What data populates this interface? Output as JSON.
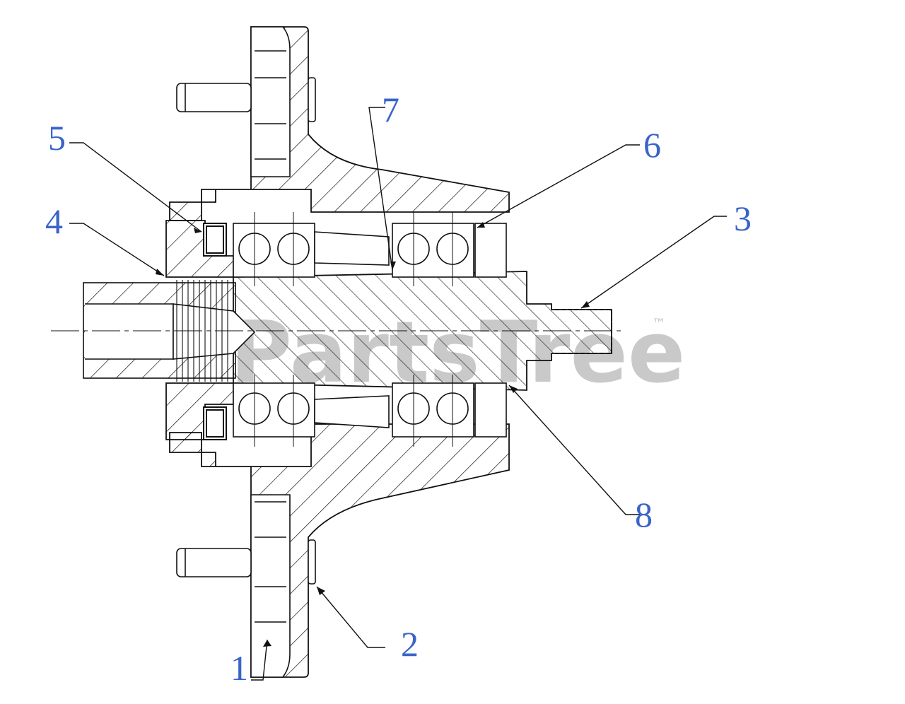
{
  "colors": {
    "line": "#111111",
    "callout": "#3a64c8",
    "watermark": "#c9c9c9",
    "background": "#ffffff"
  },
  "watermark": {
    "text": "PartsTree",
    "trademark": "™"
  },
  "callouts": [
    {
      "id": "1",
      "label": "1"
    },
    {
      "id": "2",
      "label": "2"
    },
    {
      "id": "3",
      "label": "3"
    },
    {
      "id": "4",
      "label": "4"
    },
    {
      "id": "5",
      "label": "5"
    },
    {
      "id": "6",
      "label": "6"
    },
    {
      "id": "7",
      "label": "7"
    },
    {
      "id": "8",
      "label": "8"
    }
  ]
}
